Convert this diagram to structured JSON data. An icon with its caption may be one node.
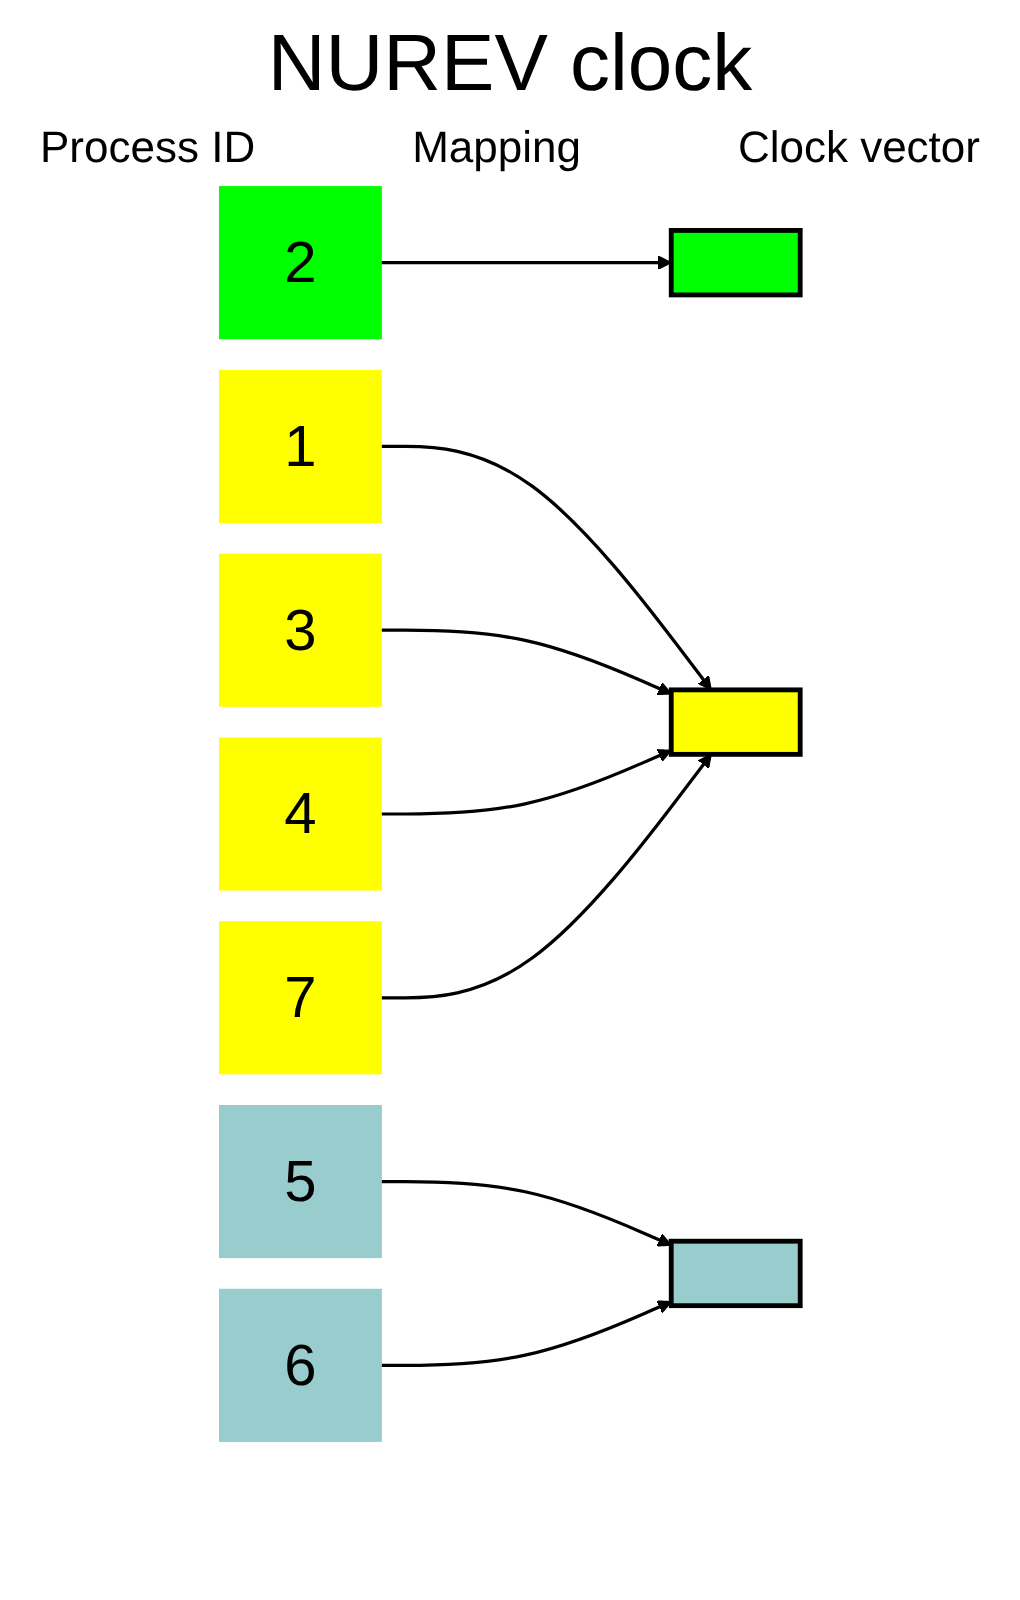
{
  "diagram": {
    "title": "NUREV clock",
    "nodes": [
      {
        "text": [
          "1"
        ]
      },
      {
        "text": [
          "2"
        ]
      },
      {
        "text": [
          "3"
        ]
      },
      {
        "text": [
          "4"
        ]
      },
      {
        "text": [
          "5"
        ]
      },
      {
        "text": [
          "6"
        ]
      },
      {
        "text": [
          "7"
        ]
      },
      {
        "text": [],
        "shape": "box"
      },
      {
        "text": [],
        "shape": "box"
      },
      {
        "text": [],
        "shape": "box"
      }
    ],
    "edges": [
      {
        "from": 0,
        "to": 8,
        "arrow": "to"
      },
      {
        "from": 1,
        "to": 7,
        "arrow": "to"
      },
      {
        "from": 2,
        "to": 8,
        "arrow": "to"
      },
      {
        "from": 3,
        "to": 8,
        "arrow": "to"
      },
      {
        "from": 4,
        "to": 9,
        "arrow": "to"
      },
      {
        "from": 5,
        "to": 9,
        "arrow": "to"
      },
      {
        "from": 6,
        "to": 8,
        "arrow": "to"
      }
    ],
    "labels": [
      "Process ID",
      "Mapping",
      "Clock vector"
    ]
  }
}
